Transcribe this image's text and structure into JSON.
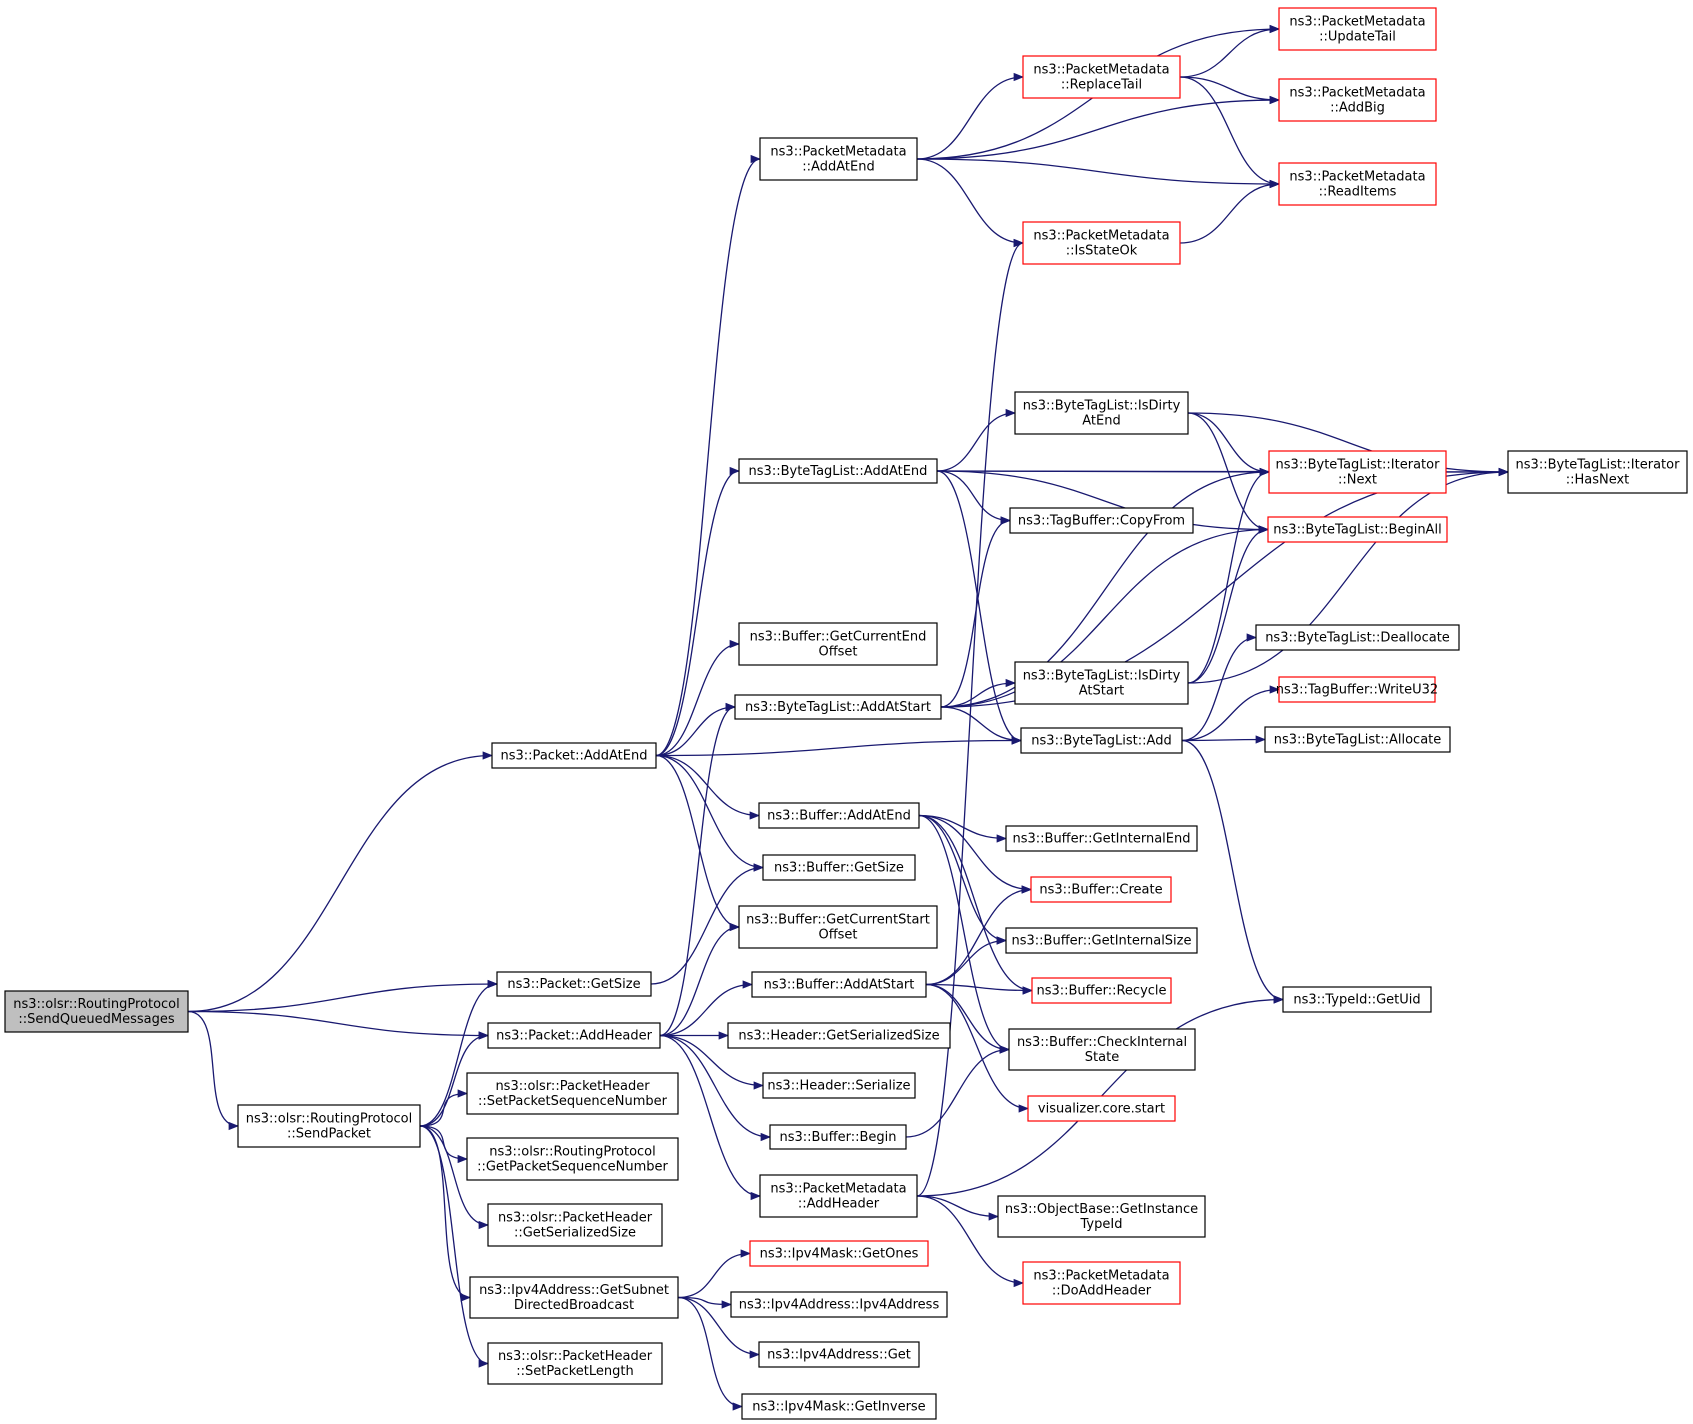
{
  "graph": {
    "colors": {
      "edge": "#191970",
      "truncated_border": "#ff0000",
      "root_fill": "#bfbfbf"
    },
    "nodes": [
      {
        "id": "root",
        "lines": [
          "ns3::olsr::RoutingProtocol",
          "::SendQueuedMessages"
        ],
        "root": true
      },
      {
        "id": "pkt_addatend",
        "lines": [
          "ns3::Packet::AddAtEnd"
        ]
      },
      {
        "id": "pkt_getsize",
        "lines": [
          "ns3::Packet::GetSize"
        ]
      },
      {
        "id": "pkt_addheader",
        "lines": [
          "ns3::Packet::AddHeader"
        ]
      },
      {
        "id": "sendpacket",
        "lines": [
          "ns3::olsr::RoutingProtocol",
          "::SendPacket"
        ]
      },
      {
        "id": "ph_setseq",
        "lines": [
          "ns3::olsr::PacketHeader",
          "::SetPacketSequenceNumber"
        ]
      },
      {
        "id": "rp_getseq",
        "lines": [
          "ns3::olsr::RoutingProtocol",
          "::GetPacketSequenceNumber"
        ]
      },
      {
        "id": "ph_getser",
        "lines": [
          "ns3::olsr::PacketHeader",
          "::GetSerializedSize"
        ]
      },
      {
        "id": "ipv4_getsubnet",
        "lines": [
          "ns3::Ipv4Address::GetSubnet",
          "DirectedBroadcast"
        ]
      },
      {
        "id": "ph_setlen",
        "lines": [
          "ns3::olsr::PacketHeader",
          "::SetPacketLength"
        ]
      },
      {
        "id": "pm_addatend",
        "lines": [
          "ns3::PacketMetadata",
          "::AddAtEnd"
        ]
      },
      {
        "id": "btl_addatend",
        "lines": [
          "ns3::ByteTagList::AddAtEnd"
        ]
      },
      {
        "id": "buf_getcurend",
        "lines": [
          "ns3::Buffer::GetCurrentEnd",
          "Offset"
        ]
      },
      {
        "id": "btl_addatstart",
        "lines": [
          "ns3::ByteTagList::AddAtStart"
        ]
      },
      {
        "id": "buf_addatend",
        "lines": [
          "ns3::Buffer::AddAtEnd"
        ]
      },
      {
        "id": "buf_getsize",
        "lines": [
          "ns3::Buffer::GetSize"
        ]
      },
      {
        "id": "buf_getcurstart",
        "lines": [
          "ns3::Buffer::GetCurrentStart",
          "Offset"
        ]
      },
      {
        "id": "buf_addatstart",
        "lines": [
          "ns3::Buffer::AddAtStart"
        ]
      },
      {
        "id": "hdr_getser",
        "lines": [
          "ns3::Header::GetSerializedSize"
        ]
      },
      {
        "id": "hdr_serialize",
        "lines": [
          "ns3::Header::Serialize"
        ]
      },
      {
        "id": "buf_begin",
        "lines": [
          "ns3::Buffer::Begin"
        ]
      },
      {
        "id": "pm_addheader",
        "lines": [
          "ns3::PacketMetadata",
          "::AddHeader"
        ]
      },
      {
        "id": "mask_getones",
        "lines": [
          "ns3::Ipv4Mask::GetOnes"
        ],
        "truncated": true
      },
      {
        "id": "ipv4_ctor",
        "lines": [
          "ns3::Ipv4Address::Ipv4Address"
        ]
      },
      {
        "id": "ipv4_get",
        "lines": [
          "ns3::Ipv4Address::Get"
        ]
      },
      {
        "id": "mask_getinv",
        "lines": [
          "ns3::Ipv4Mask::GetInverse"
        ]
      },
      {
        "id": "pm_replacetail",
        "lines": [
          "ns3::PacketMetadata",
          "::ReplaceTail"
        ],
        "truncated": true
      },
      {
        "id": "pm_isstateok",
        "lines": [
          "ns3::PacketMetadata",
          "::IsStateOk"
        ],
        "truncated": true
      },
      {
        "id": "btl_isdirty_end",
        "lines": [
          "ns3::ByteTagList::IsDirty",
          "AtEnd"
        ]
      },
      {
        "id": "tb_copyfrom",
        "lines": [
          "ns3::TagBuffer::CopyFrom"
        ]
      },
      {
        "id": "btl_isdirty_start",
        "lines": [
          "ns3::ByteTagList::IsDirty",
          "AtStart"
        ]
      },
      {
        "id": "btl_add",
        "lines": [
          "ns3::ByteTagList::Add"
        ]
      },
      {
        "id": "buf_getintend",
        "lines": [
          "ns3::Buffer::GetInternalEnd"
        ]
      },
      {
        "id": "buf_create",
        "lines": [
          "ns3::Buffer::Create"
        ],
        "truncated": true
      },
      {
        "id": "buf_getintsize",
        "lines": [
          "ns3::Buffer::GetInternalSize"
        ]
      },
      {
        "id": "buf_recycle",
        "lines": [
          "ns3::Buffer::Recycle"
        ],
        "truncated": true
      },
      {
        "id": "buf_checkint",
        "lines": [
          "ns3::Buffer::CheckInternal",
          "State"
        ]
      },
      {
        "id": "viz_start",
        "lines": [
          "visualizer.core.start"
        ],
        "truncated": true
      },
      {
        "id": "ob_getinst",
        "lines": [
          "ns3::ObjectBase::GetInstance",
          "TypeId"
        ]
      },
      {
        "id": "pm_doaddheader",
        "lines": [
          "ns3::PacketMetadata",
          "::DoAddHeader"
        ],
        "truncated": true
      },
      {
        "id": "pm_updatetail",
        "lines": [
          "ns3::PacketMetadata",
          "::UpdateTail"
        ],
        "truncated": true
      },
      {
        "id": "pm_addbig",
        "lines": [
          "ns3::PacketMetadata",
          "::AddBig"
        ],
        "truncated": true
      },
      {
        "id": "pm_readitems",
        "lines": [
          "ns3::PacketMetadata",
          "::ReadItems"
        ],
        "truncated": true
      },
      {
        "id": "btli_next",
        "lines": [
          "ns3::ByteTagList::Iterator",
          "::Next"
        ],
        "truncated": true
      },
      {
        "id": "btl_beginall",
        "lines": [
          "ns3::ByteTagList::BeginAll"
        ],
        "truncated": true
      },
      {
        "id": "btl_dealloc",
        "lines": [
          "ns3::ByteTagList::Deallocate"
        ]
      },
      {
        "id": "tb_writeu32",
        "lines": [
          "ns3::TagBuffer::WriteU32"
        ],
        "truncated": true
      },
      {
        "id": "btl_alloc",
        "lines": [
          "ns3::ByteTagList::Allocate"
        ]
      },
      {
        "id": "typeid_getuid",
        "lines": [
          "ns3::TypeId::GetUid"
        ]
      },
      {
        "id": "btli_hasnext",
        "lines": [
          "ns3::ByteTagList::Iterator",
          "::HasNext"
        ]
      }
    ],
    "edges": [
      [
        "root",
        "pkt_addatend"
      ],
      [
        "root",
        "pkt_getsize"
      ],
      [
        "root",
        "pkt_addheader"
      ],
      [
        "root",
        "sendpacket"
      ],
      [
        "sendpacket",
        "pkt_getsize"
      ],
      [
        "sendpacket",
        "pkt_addheader"
      ],
      [
        "sendpacket",
        "ph_setseq"
      ],
      [
        "sendpacket",
        "rp_getseq"
      ],
      [
        "sendpacket",
        "ph_getser"
      ],
      [
        "sendpacket",
        "ipv4_getsubnet"
      ],
      [
        "sendpacket",
        "ph_setlen"
      ],
      [
        "pkt_addatend",
        "pm_addatend"
      ],
      [
        "pkt_addatend",
        "btl_addatend"
      ],
      [
        "pkt_addatend",
        "buf_getcurend"
      ],
      [
        "pkt_addatend",
        "btl_addatstart"
      ],
      [
        "pkt_addatend",
        "btl_add"
      ],
      [
        "pkt_addatend",
        "buf_addatend"
      ],
      [
        "pkt_addatend",
        "buf_getsize"
      ],
      [
        "pkt_addatend",
        "buf_getcurstart"
      ],
      [
        "pkt_getsize",
        "buf_getsize"
      ],
      [
        "pkt_addheader",
        "btl_addatstart"
      ],
      [
        "pkt_addheader",
        "buf_getcurstart"
      ],
      [
        "pkt_addheader",
        "buf_addatstart"
      ],
      [
        "pkt_addheader",
        "hdr_getser"
      ],
      [
        "pkt_addheader",
        "hdr_serialize"
      ],
      [
        "pkt_addheader",
        "buf_begin"
      ],
      [
        "pkt_addheader",
        "pm_addheader"
      ],
      [
        "ipv4_getsubnet",
        "mask_getones"
      ],
      [
        "ipv4_getsubnet",
        "ipv4_ctor"
      ],
      [
        "ipv4_getsubnet",
        "ipv4_get"
      ],
      [
        "ipv4_getsubnet",
        "mask_getinv"
      ],
      [
        "pm_addatend",
        "pm_updatetail"
      ],
      [
        "pm_addatend",
        "pm_replacetail"
      ],
      [
        "pm_addatend",
        "pm_addbig"
      ],
      [
        "pm_addatend",
        "pm_readitems"
      ],
      [
        "pm_addatend",
        "pm_isstateok"
      ],
      [
        "pm_replacetail",
        "pm_updatetail"
      ],
      [
        "pm_replacetail",
        "pm_addbig"
      ],
      [
        "pm_replacetail",
        "pm_readitems"
      ],
      [
        "pm_isstateok",
        "pm_readitems"
      ],
      [
        "btl_addatend",
        "btl_isdirty_end"
      ],
      [
        "btl_addatend",
        "btli_hasnext"
      ],
      [
        "btl_addatend",
        "btli_next"
      ],
      [
        "btl_addatend",
        "btl_beginall"
      ],
      [
        "btl_addatend",
        "tb_copyfrom"
      ],
      [
        "btl_addatend",
        "btl_add"
      ],
      [
        "btl_isdirty_end",
        "btli_hasnext"
      ],
      [
        "btl_isdirty_end",
        "btli_next"
      ],
      [
        "btl_isdirty_end",
        "btl_beginall"
      ],
      [
        "btli_next",
        "btli_hasnext"
      ],
      [
        "btl_addatstart",
        "btl_isdirty_start"
      ],
      [
        "btl_addatstart",
        "tb_copyfrom"
      ],
      [
        "btl_addatstart",
        "btli_next"
      ],
      [
        "btl_addatstart",
        "btl_beginall"
      ],
      [
        "btl_addatstart",
        "btl_add"
      ],
      [
        "btl_addatstart",
        "btli_hasnext"
      ],
      [
        "btl_isdirty_start",
        "btli_next"
      ],
      [
        "btl_isdirty_start",
        "btl_beginall"
      ],
      [
        "btl_isdirty_start",
        "btli_hasnext"
      ],
      [
        "btl_add",
        "btl_dealloc"
      ],
      [
        "btl_add",
        "tb_writeu32"
      ],
      [
        "btl_add",
        "btl_alloc"
      ],
      [
        "btl_add",
        "typeid_getuid"
      ],
      [
        "buf_addatend",
        "buf_getintend"
      ],
      [
        "buf_addatend",
        "buf_create"
      ],
      [
        "buf_addatend",
        "buf_getintsize"
      ],
      [
        "buf_addatend",
        "buf_recycle"
      ],
      [
        "buf_addatend",
        "buf_checkint"
      ],
      [
        "buf_addatstart",
        "buf_create"
      ],
      [
        "buf_addatstart",
        "buf_getintsize"
      ],
      [
        "buf_addatstart",
        "buf_recycle"
      ],
      [
        "buf_addatstart",
        "buf_checkint"
      ],
      [
        "buf_addatstart",
        "viz_start"
      ],
      [
        "buf_begin",
        "buf_checkint"
      ],
      [
        "pm_addheader",
        "pm_isstateok"
      ],
      [
        "pm_addheader",
        "typeid_getuid"
      ],
      [
        "pm_addheader",
        "ob_getinst"
      ],
      [
        "pm_addheader",
        "pm_doaddheader"
      ]
    ]
  }
}
